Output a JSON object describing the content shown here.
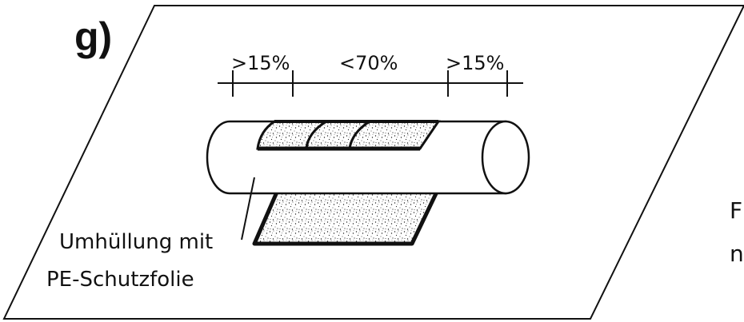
{
  "figure": {
    "panel_label": "g)",
    "dimensions": {
      "left": ">15%",
      "middle": "<70%",
      "right": ">15%"
    },
    "annotation": {
      "line1": "Umhüllung mit",
      "line2": "PE-Schutzfolie"
    },
    "cropped_text": {
      "line1": "F",
      "line2": "n"
    }
  }
}
